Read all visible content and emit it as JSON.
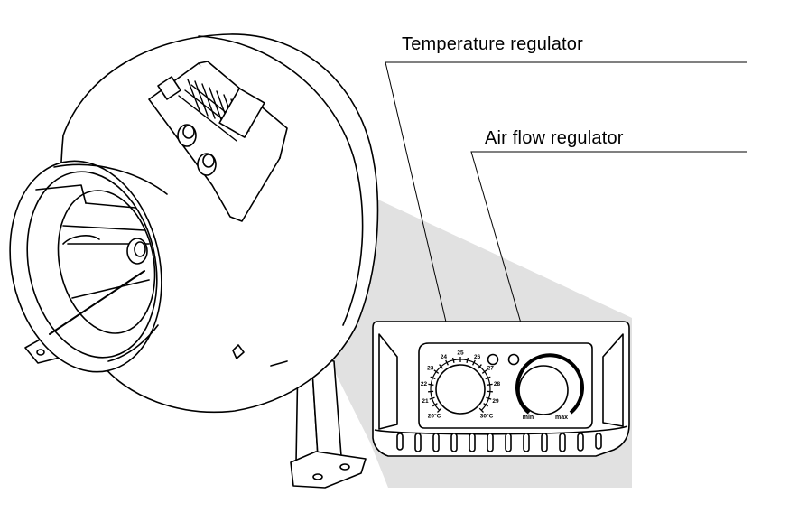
{
  "labels": {
    "temperature_regulator": "Temperature regulator",
    "air_flow_regulator": "Air flow regulator"
  },
  "panel": {
    "temperature_dial": {
      "ticks": [
        "20°C",
        "21",
        "22",
        "23",
        "24",
        "25",
        "26",
        "27",
        "28",
        "29",
        "30°C"
      ]
    },
    "air_flow_dial": {
      "min_label": "min",
      "max_label": "max"
    }
  }
}
